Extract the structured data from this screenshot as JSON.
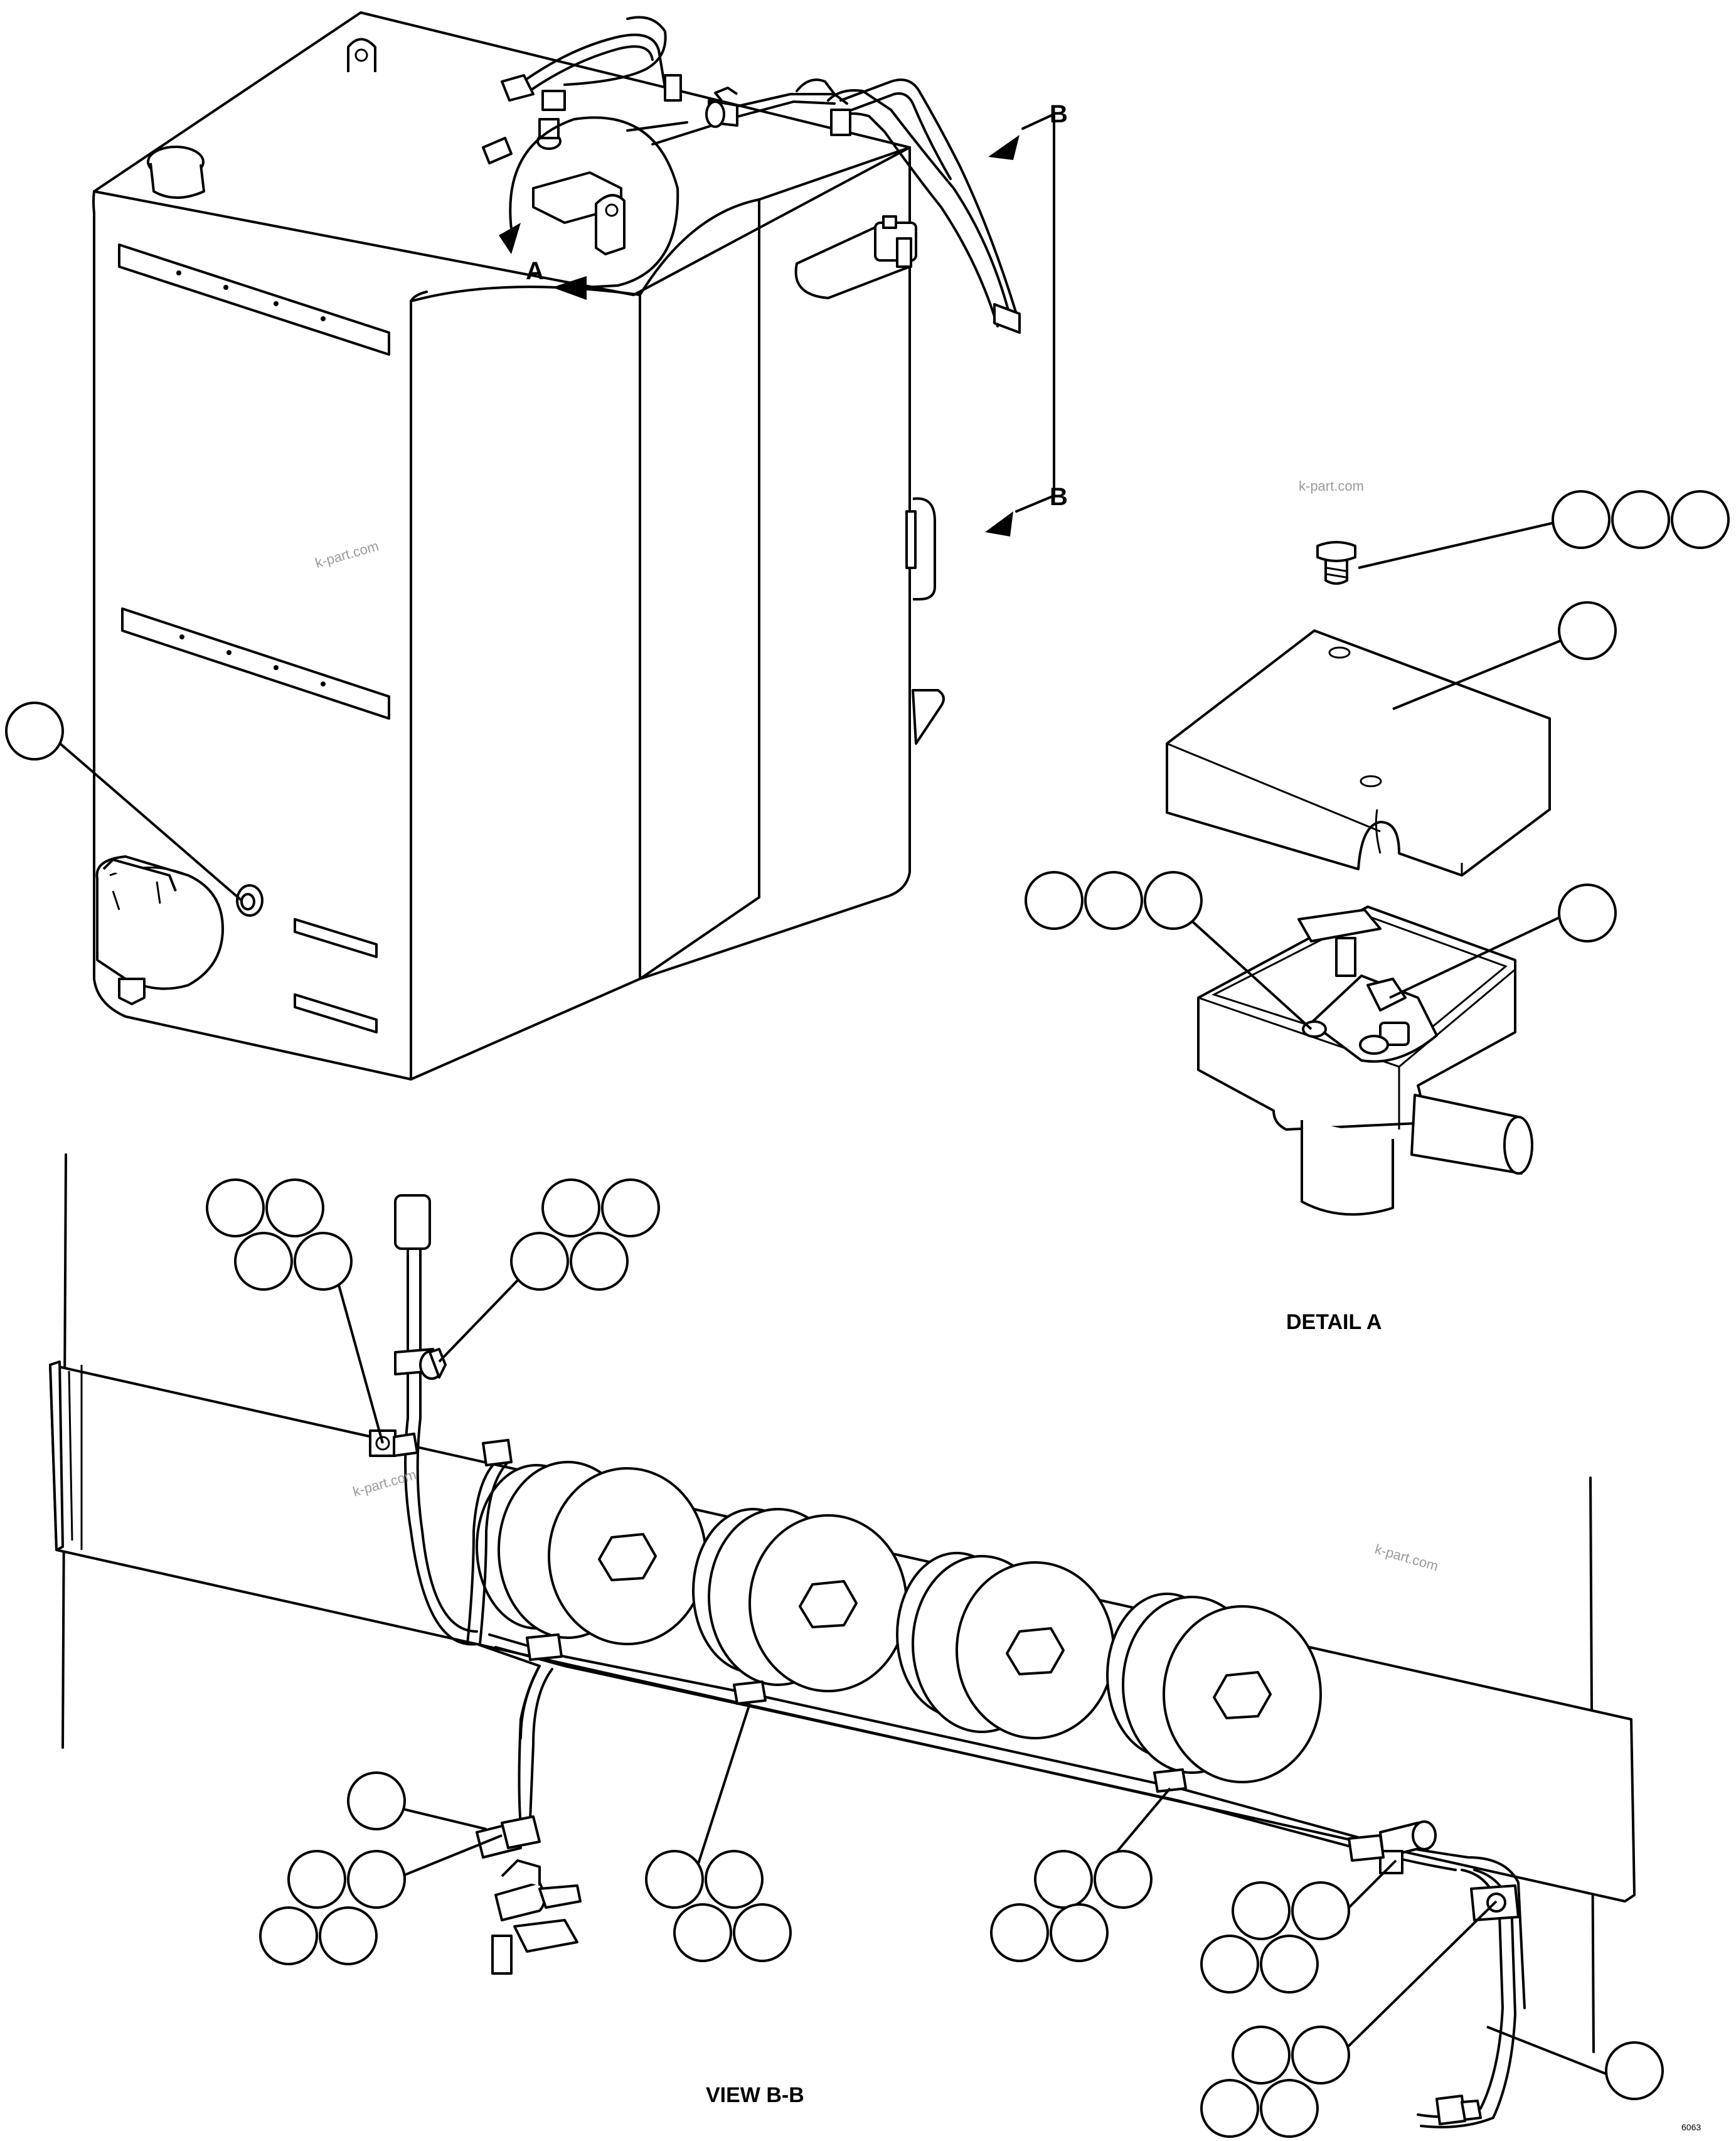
{
  "labels": {
    "section_top": "B",
    "section_bottom": "B",
    "detail_ref": "A",
    "detail_caption": "DETAIL A",
    "view_caption": "VIEW B-B",
    "drawing_number": "6063"
  },
  "watermarks": [
    "k-part.com",
    "k-part.com",
    "k-part.com",
    "k-part.com"
  ],
  "callout_groups": [
    {
      "name": "drain-valve-callout",
      "count": 1
    },
    {
      "name": "cover-bolt-callout",
      "count": 3
    },
    {
      "name": "cover-callout",
      "count": 1
    },
    {
      "name": "sender-mount-callout",
      "count": 3
    },
    {
      "name": "sender-wire-callout",
      "count": 1
    },
    {
      "name": "upper-left-clip-callout",
      "count": 4
    },
    {
      "name": "upper-right-clip-callout",
      "count": 4
    },
    {
      "name": "lower-left-connector-callout",
      "count": 1
    },
    {
      "name": "lower-left-clip-callout",
      "count": 4
    },
    {
      "name": "center-clip-callout",
      "count": 4
    },
    {
      "name": "right-clip-callout",
      "count": 4
    },
    {
      "name": "right-connector-callout",
      "count": 4
    },
    {
      "name": "right-bracket-callout",
      "count": 4
    },
    {
      "name": "harness-end-callout",
      "count": 1
    }
  ]
}
